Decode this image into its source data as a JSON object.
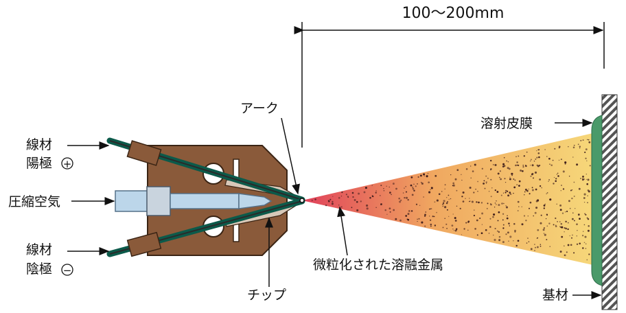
{
  "dimension": {
    "text": "100〜200mm"
  },
  "labels": {
    "arc": "アーク",
    "wire_anode_1": "線材",
    "wire_anode_2": "陽極",
    "compressed_air": "圧縮空気",
    "wire_cathode_1": "線材",
    "wire_cathode_2": "陰極",
    "tip": "チップ",
    "particles": "微粒化された溶融金属",
    "coating": "溶射皮膜",
    "substrate": "基材"
  },
  "polarity": {
    "anode": "+",
    "cathode": "−"
  },
  "colors": {
    "gun_body": "#8a5a3a",
    "cable": "#0c5a4a",
    "air_pipe": "#bcd6ea",
    "spray_hot": "#e0405a",
    "spray_warm": "#f0a860",
    "spray_cool": "#f6d87a",
    "coating": "#4a9a6a",
    "substrate": "#9a9a9a"
  }
}
